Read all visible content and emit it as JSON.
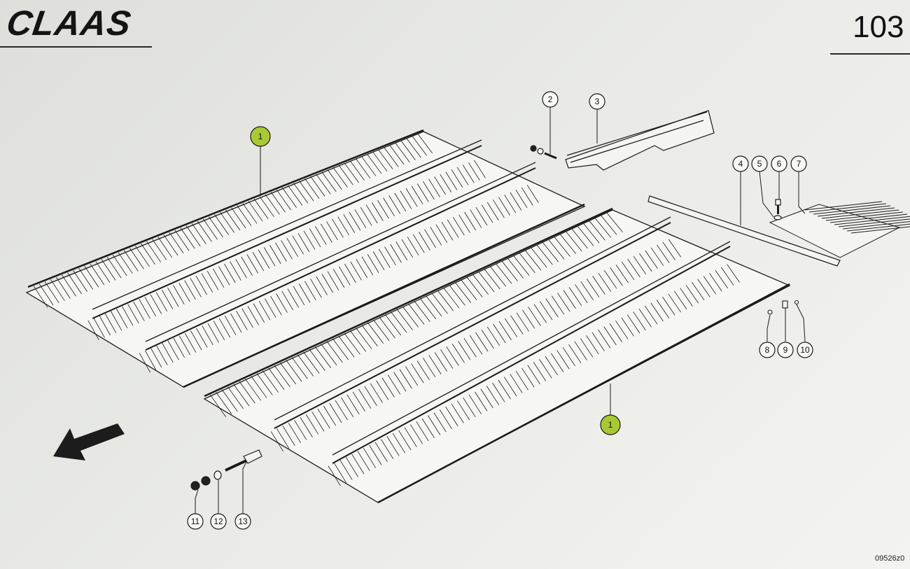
{
  "header": {
    "brand": "CLAAS",
    "page_number": "103"
  },
  "footer": {
    "drawing_code": "09526z0"
  },
  "callouts": [
    {
      "id": "c1a",
      "label": "1",
      "highlight": true
    },
    {
      "id": "c1b",
      "label": "1",
      "highlight": true
    },
    {
      "id": "c2",
      "label": "2",
      "highlight": false
    },
    {
      "id": "c3",
      "label": "3",
      "highlight": false
    },
    {
      "id": "c4",
      "label": "4",
      "highlight": false
    },
    {
      "id": "c5",
      "label": "5",
      "highlight": false
    },
    {
      "id": "c6",
      "label": "6",
      "highlight": false
    },
    {
      "id": "c7",
      "label": "7",
      "highlight": false
    },
    {
      "id": "c8",
      "label": "8",
      "highlight": false
    },
    {
      "id": "c9",
      "label": "9",
      "highlight": false
    },
    {
      "id": "c10",
      "label": "10",
      "highlight": false
    },
    {
      "id": "c11",
      "label": "11",
      "highlight": false
    },
    {
      "id": "c12",
      "label": "12",
      "highlight": false
    },
    {
      "id": "c13",
      "label": "13",
      "highlight": false
    }
  ],
  "colors": {
    "highlight": "#a8c934",
    "line": "#1a1a1a"
  },
  "icons": [
    "direction-arrow-icon"
  ]
}
